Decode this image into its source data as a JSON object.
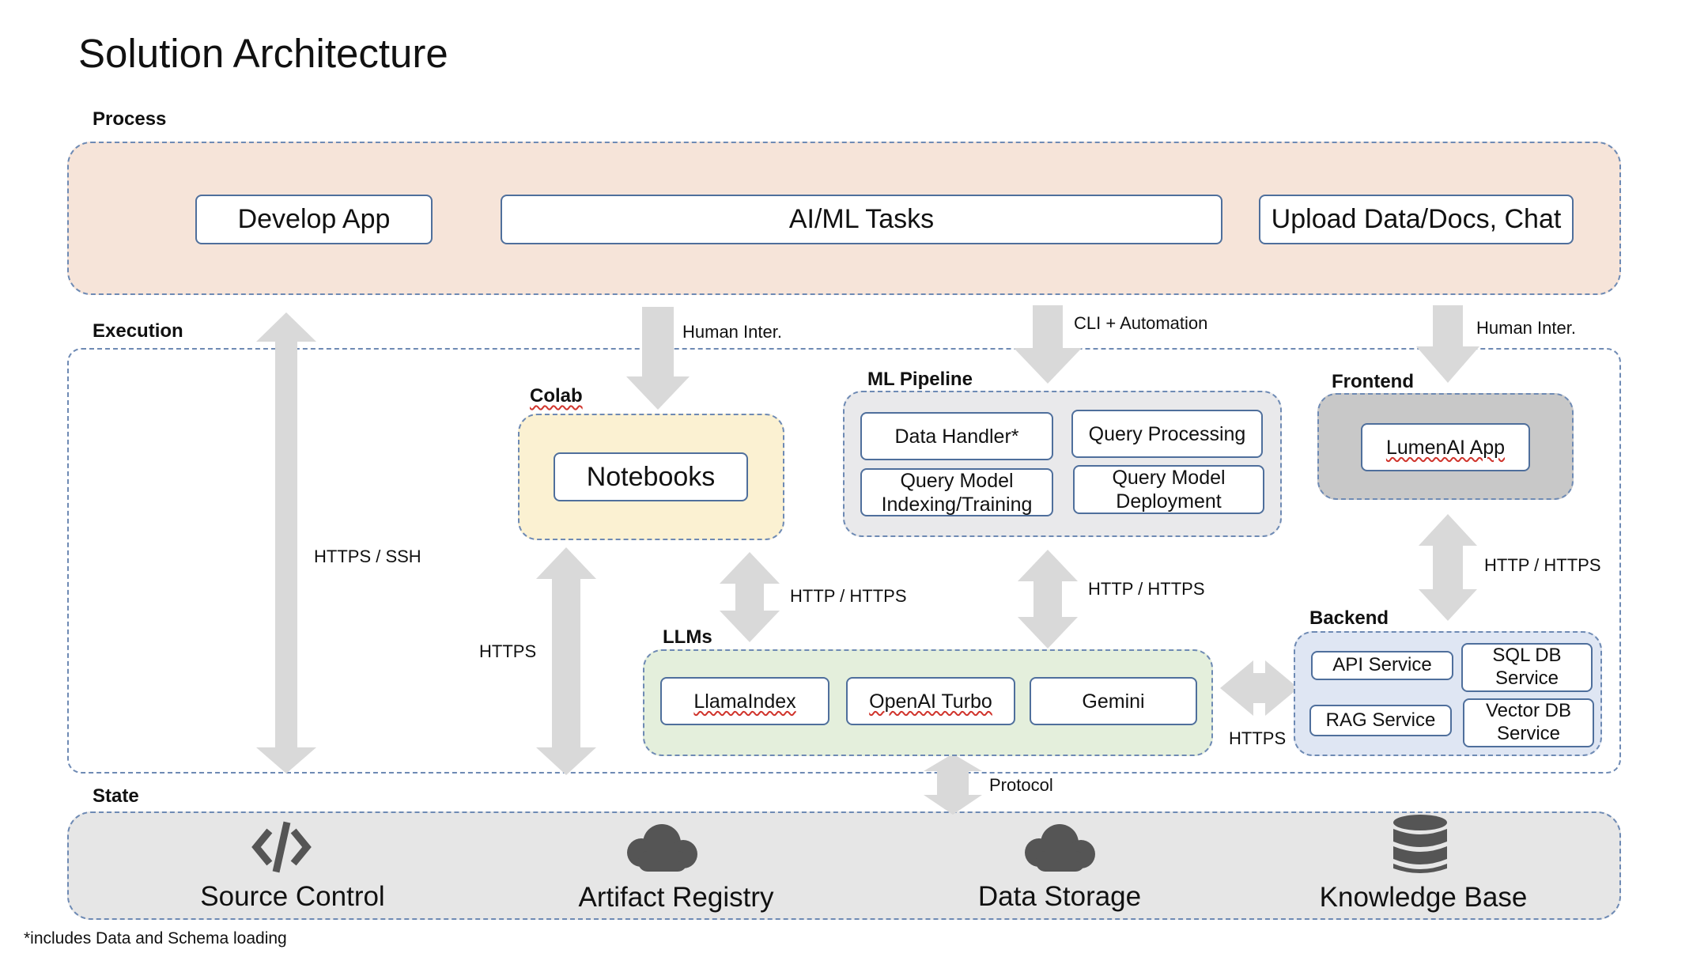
{
  "title": "Solution Architecture",
  "sections": {
    "process": "Process",
    "execution": "Execution",
    "state": "State"
  },
  "process": {
    "develop_app": "Develop App",
    "aiml_tasks": "AI/ML Tasks",
    "upload_chat": "Upload Data/Docs, Chat"
  },
  "colab": {
    "title": "Colab",
    "notebooks": "Notebooks"
  },
  "ml_pipeline": {
    "title": "ML Pipeline",
    "data_handler": "Data Handler*",
    "query_processing": "Query Processing",
    "query_model_indexing_1": "Query Model",
    "query_model_indexing_2": "Indexing/Training",
    "query_model_deployment_1": "Query Model",
    "query_model_deployment_2": "Deployment"
  },
  "frontend": {
    "title": "Frontend",
    "app": "LumenAI App"
  },
  "llms": {
    "title": "LLMs",
    "items": [
      "LlamaIndex",
      "OpenAI Turbo",
      "Gemini"
    ]
  },
  "backend": {
    "title": "Backend",
    "api_service": "API Service",
    "sql_db_1": "SQL DB",
    "sql_db_2": "Service",
    "rag_service": "RAG Service",
    "vector_db_1": "Vector DB",
    "vector_db_2": "Service"
  },
  "state": {
    "source_control": "Source Control",
    "artifact_registry": "Artifact Registry",
    "data_storage": "Data Storage",
    "knowledge_base": "Knowledge Base"
  },
  "connections": {
    "https_ssh": "HTTPS / SSH",
    "human_inter_1": "Human Inter.",
    "cli_automation": "CLI + Automation",
    "human_inter_2": "Human Inter.",
    "https_colab": "HTTPS",
    "http_https_llms": "HTTP / HTTPS",
    "http_https_pipeline": "HTTP / HTTPS",
    "http_https_backend": "HTTP / HTTPS",
    "https_llm_backend": "HTTPS",
    "protocol": "Protocol"
  },
  "footnote": "*includes Data and Schema loading",
  "colors": {
    "process_bg": "#f6e4d9",
    "state_bg": "#e6e6e6",
    "colab_bg": "#fbf1d2",
    "ml_pipeline_bg": "#e9e9eb",
    "frontend_bg": "#c8c8c8",
    "llms_bg": "#e4efdc",
    "backend_bg": "#dfe6f3",
    "border": "#4f6f9c",
    "arrow": "#d9d9d9",
    "icon": "#555555"
  }
}
